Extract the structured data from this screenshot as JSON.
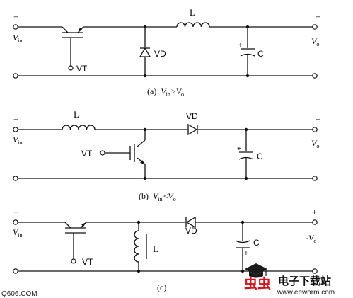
{
  "circuits": [
    {
      "id": "a",
      "plus_in": "+",
      "vin": "V",
      "vin_sub": "in",
      "transistor": "VT",
      "inductor": "L",
      "diode": "VD",
      "capacitor": "C",
      "cap_plus": "+",
      "plus_out": "+",
      "vout": "V",
      "vout_sub": "o",
      "caption_prefix": "(a)",
      "caption_v1": "V",
      "caption_v1_sub": "in",
      "caption_rel": ">",
      "caption_v2": "V",
      "caption_v2_sub": "o"
    },
    {
      "id": "b",
      "plus_in": "+",
      "vin": "V",
      "vin_sub": "in",
      "inductor": "L",
      "transistor": "VT",
      "diode": "VD",
      "capacitor": "C",
      "cap_plus": "+",
      "plus_out": "+",
      "vout": "V",
      "vout_sub": "o",
      "caption_prefix": "(b)",
      "caption_v1": "V",
      "caption_v1_sub": "in",
      "caption_rel": "<",
      "caption_v2": "V",
      "caption_v2_sub": "o"
    },
    {
      "id": "c",
      "plus_in": "+",
      "vin": "V",
      "vin_sub": "in",
      "transistor": "VT",
      "inductor": "L",
      "diode": "VD",
      "capacitor": "C",
      "cap_plus": "+",
      "plus_out": "+",
      "vout": "-V",
      "vout_sub": "o",
      "caption": "(c)"
    }
  ],
  "watermark": {
    "left_text": "Q606.COM",
    "logo_text": "虫虫",
    "brand_text": "电子下载站",
    "url_text": "www.eeworm.com"
  }
}
